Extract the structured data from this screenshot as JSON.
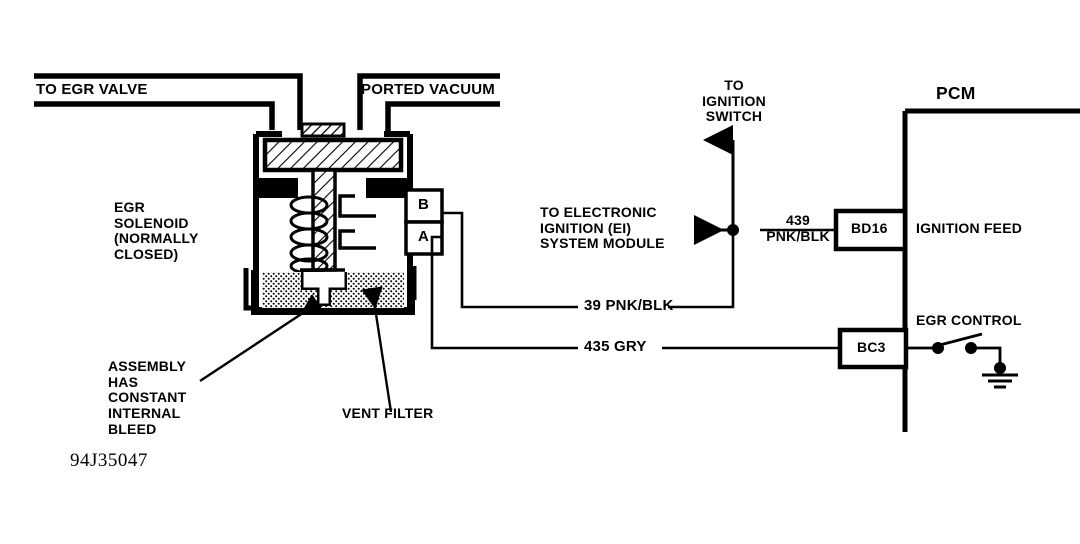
{
  "diagram": {
    "part_number": "94J35047",
    "component_label": "EGR\nSOLENOID\n(NORMALLY\nCLOSED)",
    "vacuum_ports": {
      "egr_valve": "TO EGR VALVE",
      "ported_vacuum": "PORTED VACUUM"
    },
    "terminals": {
      "b": "B",
      "a": "A"
    },
    "callouts": {
      "bleed": "ASSEMBLY\nHAS\nCONSTANT\nINTERNAL\nBLEED",
      "vent_filter": "VENT FILTER"
    },
    "ignition": {
      "switch_label": "TO\nIGNITION\nSWITCH",
      "ei_module_label": "TO ELECTRONIC\nIGNITION (EI)\nSYSTEM MODULE",
      "feed_wire": "439\nPNK/BLK"
    },
    "wires": [
      {
        "id": "wire-39",
        "label": "39 PNK/BLK"
      },
      {
        "id": "wire-435",
        "label": "435 GRY"
      }
    ],
    "pcm": {
      "title": "PCM",
      "pins": [
        {
          "id": "pin-bd16",
          "name": "BD16",
          "function": "IGNITION FEED"
        },
        {
          "id": "pin-bc3",
          "name": "BC3",
          "function": "EGR CONTROL"
        }
      ]
    },
    "colors": {
      "line": "#000000",
      "background": "#ffffff",
      "fill_stipple": "#000000"
    }
  }
}
